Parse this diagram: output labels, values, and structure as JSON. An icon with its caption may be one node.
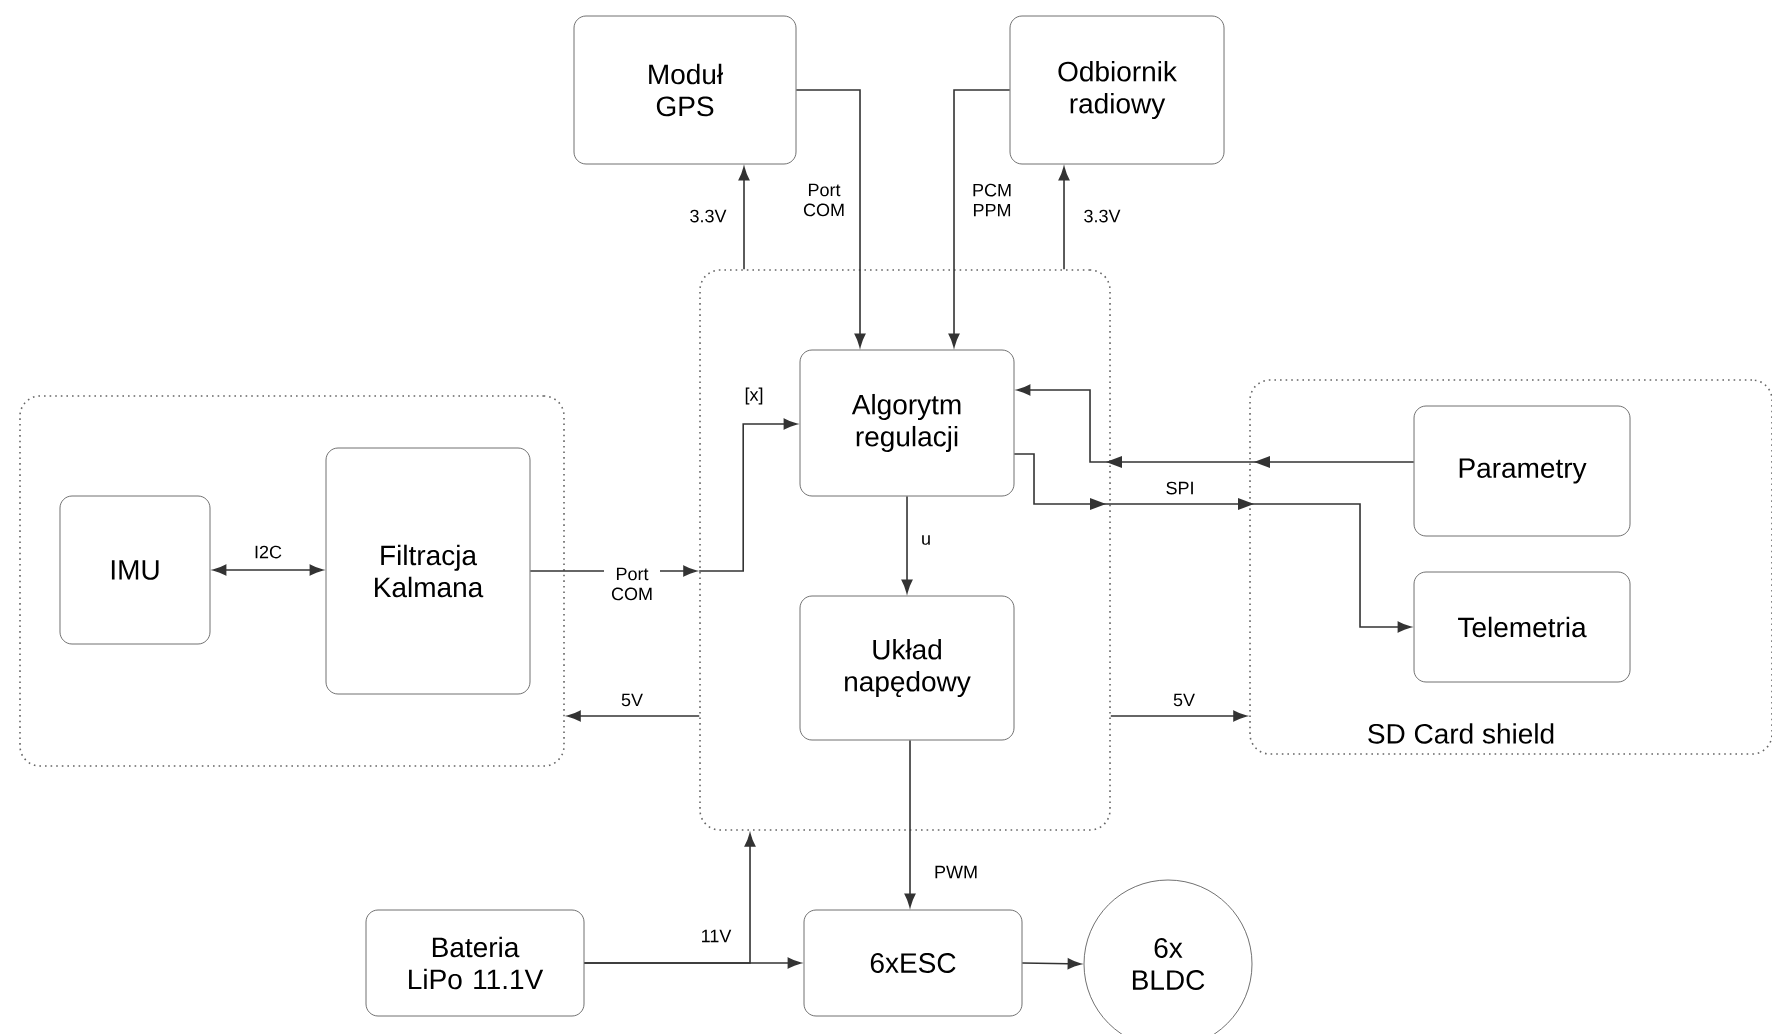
{
  "diagram": {
    "nodes": [
      {
        "text": [
          "Moduł GPS"
        ]
      },
      {
        "text": [
          "Odbiornik radiowy"
        ]
      },
      {
        "text": [],
        "shape": "box"
      },
      {
        "text": [
          "Algorytm regulacji"
        ],
        "in": 2
      },
      {
        "text": [
          "Układ napędowy"
        ],
        "in": 2
      },
      {
        "text": [],
        "shape": "box"
      },
      {
        "text": [
          "IMU"
        ],
        "in": 5
      },
      {
        "text": [
          "Filtracja Kalmana"
        ],
        "in": 5
      },
      {
        "text": [
          "SD Card shield"
        ]
      },
      {
        "text": [
          "Parametry"
        ],
        "in": 8
      },
      {
        "text": [
          "Telemetria"
        ],
        "in": 8
      },
      {
        "text": [
          "Bateria LiPo 11.1V"
        ]
      },
      {
        "text": [
          "6xESC"
        ]
      },
      {
        "text": [
          "6x BLDC"
        ]
      }
    ],
    "edges": [
      {
        "from": 2,
        "to": 0,
        "arrow": "to",
        "label": "3.3V"
      },
      {
        "from": 0,
        "to": 3,
        "arrow": "to",
        "label": "Port COM"
      },
      {
        "from": 1,
        "to": 3,
        "arrow": "to",
        "label": "PCM PPM"
      },
      {
        "from": 2,
        "to": 1,
        "arrow": "to",
        "label": "3.3V"
      },
      {
        "from": 7,
        "to": 2,
        "arrow": "to",
        "label": "Port COM"
      },
      {
        "from": 2,
        "to": 3,
        "arrow": "to",
        "label": "[x]"
      },
      {
        "from": 2,
        "to": 5,
        "arrow": "to",
        "label": "5V"
      },
      {
        "from": 6,
        "to": 7,
        "arrow": "both",
        "label": "I2C"
      },
      {
        "from": 9,
        "to": 3,
        "arrow": "to"
      },
      {
        "from": 3,
        "to": 10,
        "arrow": "to",
        "label": "SPI"
      },
      {
        "from": 3,
        "to": 4,
        "arrow": "to",
        "label": "u"
      },
      {
        "from": 2,
        "to": 8,
        "arrow": "to",
        "label": "5V"
      },
      {
        "from": 4,
        "to": 12,
        "arrow": "to",
        "label": "PWM"
      },
      {
        "from": 11,
        "to": 12,
        "arrow": "to",
        "label": "11V"
      },
      {
        "from": 11,
        "to": 2,
        "arrow": "to"
      },
      {
        "from": 12,
        "to": 13,
        "arrow": "to"
      }
    ]
  }
}
